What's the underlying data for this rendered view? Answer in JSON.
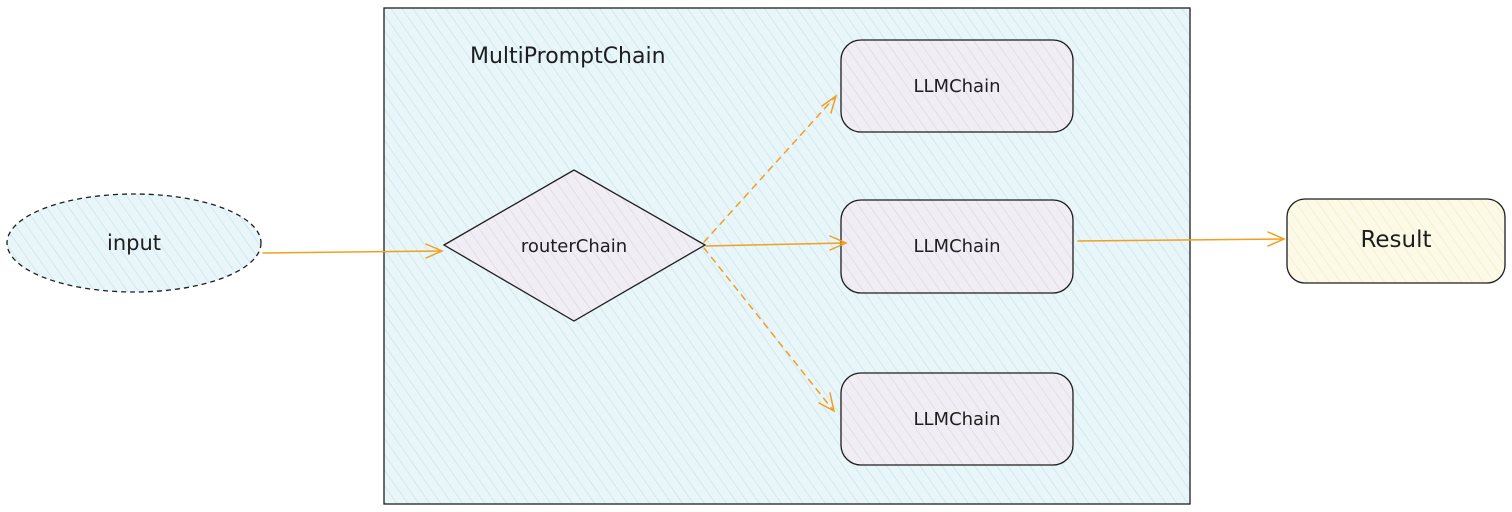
{
  "diagram": {
    "container_label": "MultiPromptChain",
    "nodes": {
      "input": "input",
      "router": "routerChain",
      "llm_top": "LLMChain",
      "llm_middle": "LLMChain",
      "llm_bottom": "LLMChain",
      "result": "Result"
    },
    "edges": [
      {
        "from": "input",
        "to": "routerChain",
        "style": "solid"
      },
      {
        "from": "routerChain",
        "to": "LLMChain (top)",
        "style": "dashed"
      },
      {
        "from": "routerChain",
        "to": "LLMChain (middle)",
        "style": "solid"
      },
      {
        "from": "routerChain",
        "to": "LLMChain (bottom)",
        "style": "dashed"
      },
      {
        "from": "LLMChain (middle)",
        "to": "Result",
        "style": "solid"
      }
    ]
  },
  "colors": {
    "container_fill": "#e6f4f8",
    "container_hatch": "#b9dde8",
    "node_fill": "#efeaf2",
    "node_hatch": "#d8d0de",
    "result_fill": "#fbf8e1",
    "result_hatch": "#ece7bd",
    "stroke": "#1e1e1e",
    "arrow": "#f0a020"
  }
}
